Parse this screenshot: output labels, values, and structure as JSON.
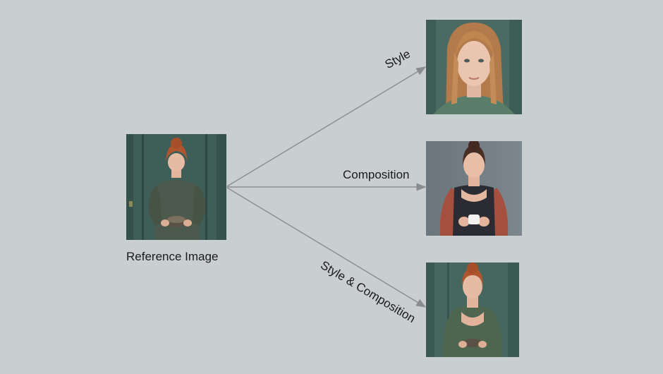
{
  "reference": {
    "caption": "Reference Image",
    "image_icon": "woman-holding-bowl-photo"
  },
  "outputs": [
    {
      "label": "Style",
      "image_icon": "woman-portrait-photo"
    },
    {
      "label": "Composition",
      "image_icon": "woman-holding-cup-photo"
    },
    {
      "label": "Style & Composition",
      "image_icon": "woman-holding-bowl-photo"
    }
  ],
  "colors": {
    "background": "#c9ced0",
    "arrow": "#8a8d8f",
    "wall_teal": "#3f5e57",
    "hair_red": "#b0562f",
    "dress_green": "#4b5a4c",
    "gray_wall": "#6f7a80"
  }
}
